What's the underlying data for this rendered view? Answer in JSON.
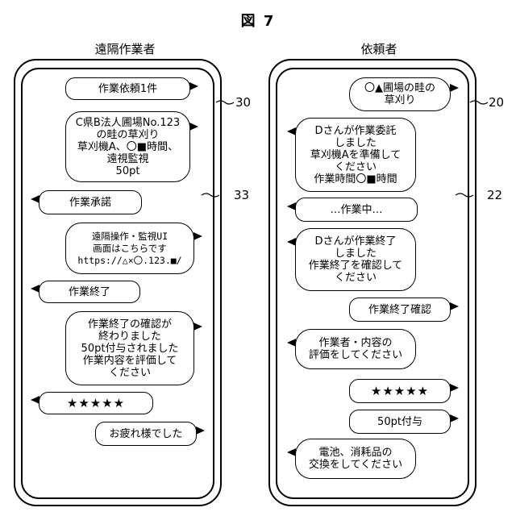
{
  "figure": {
    "title": "図 7"
  },
  "remote_worker": {
    "title": "遠隔作業者",
    "ref_device": "30",
    "ref_screen": "33",
    "messages": [
      "作業依頼1件",
      "C県B法人圃場No.123\nの畦の草刈り\n草刈機A、〇■時間、\n遠視監視\n50pt",
      "作業承諾",
      "遠隔操作・監視UI\n画面はこちらです\nhttps://△×〇.123.■/",
      "作業終了",
      "作業終了の確認が\n終わりました\n50pt付与されました\n作業内容を評価して\nください",
      "★★★★★",
      "お疲れ様でした"
    ]
  },
  "requester": {
    "title": "依頼者",
    "ref_device": "20",
    "ref_screen": "22",
    "messages": [
      "〇▲圃場の畦の\n草刈り",
      "Dさんが作業委託\nしました\n草刈機Aを準備して\nください\n作業時間〇■時間",
      "…作業中…",
      "Dさんが作業終了\nしました\n作業終了を確認して\nください",
      "作業終了確認",
      "作業者・内容の\n評価をしてください",
      "★★★★★",
      "50pt付与",
      "電池、消耗品の\n交換をしてください"
    ]
  }
}
